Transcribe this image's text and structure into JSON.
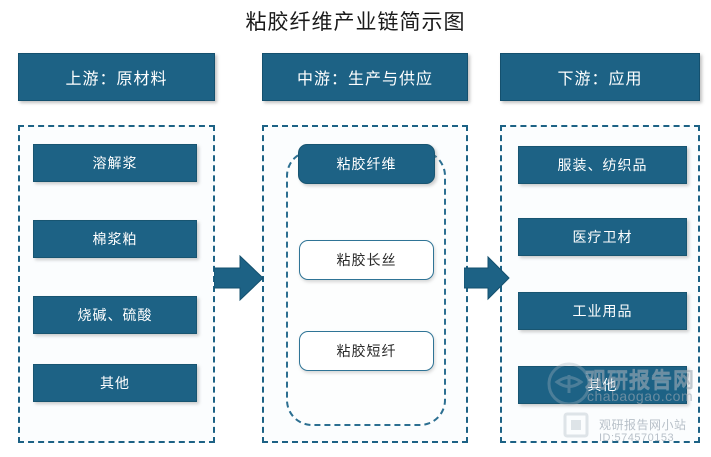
{
  "title": "粘胶纤维产业链简示图",
  "columns": [
    {
      "id": "upstream",
      "header": "上游：原材料",
      "items": [
        {
          "label": "溶解浆"
        },
        {
          "label": "棉浆粕"
        },
        {
          "label": "烧碱、硫酸"
        },
        {
          "label": "其他"
        }
      ]
    },
    {
      "id": "midstream",
      "header": "中游：生产与供应",
      "main": "粘胶纤维",
      "items": [
        {
          "label": "粘胶长丝"
        },
        {
          "label": "粘胶短纤"
        }
      ]
    },
    {
      "id": "downstream",
      "header": "下游：应用",
      "items": [
        {
          "label": "服装、纺织品"
        },
        {
          "label": "医疗卫材"
        },
        {
          "label": "工业用品"
        },
        {
          "label": "其他"
        }
      ]
    }
  ],
  "connectors": [
    {
      "id": "arrow-upstream-to-midstream",
      "icon": "right-arrow-icon"
    },
    {
      "id": "arrow-midstream-to-downstream",
      "icon": "right-arrow-icon"
    }
  ],
  "watermark": {
    "brand": "观研报告网",
    "url": "chabaogao.com",
    "sub": "观研报告网小站",
    "id": "ID:574570153"
  },
  "colors": {
    "primary": "#1d6285",
    "primary_dark": "#14506e",
    "dashed_border": "#1d6285",
    "text_on_primary": "#ffffff",
    "background": "#ffffff"
  }
}
